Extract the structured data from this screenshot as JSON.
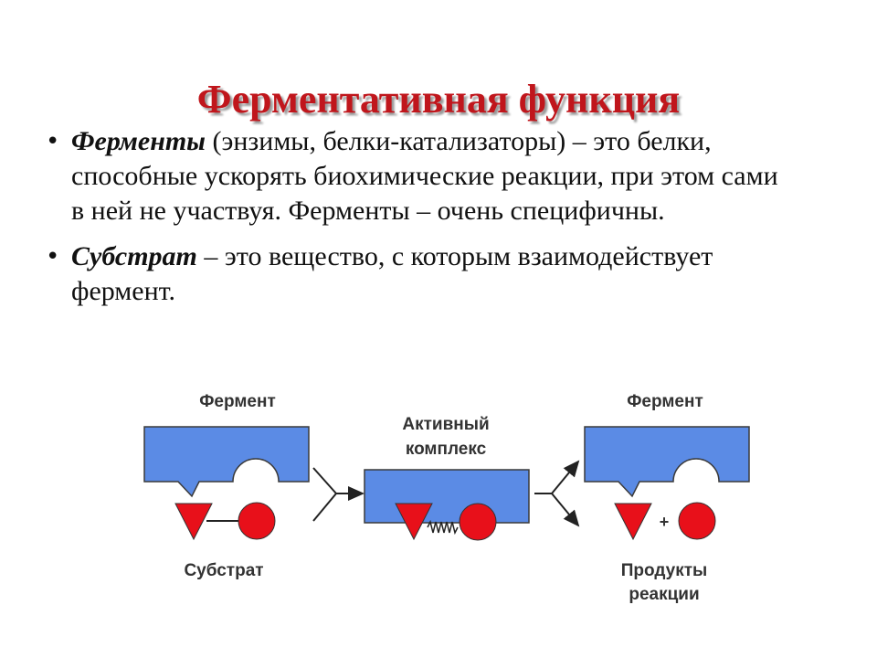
{
  "title": "Ферментативная функция",
  "bullets": [
    {
      "term": "Ферменты",
      "text": " (энзимы, белки-катализаторы) – это белки, способные ускорять биохимические реакции, при этом сами в ней не участвуя. Ферменты – очень специфичны."
    },
    {
      "term": "Субстрат",
      "text": " – это вещество, с которым взаимодействует фермент."
    }
  ],
  "diagram": {
    "enzyme_left_label": "Фермент",
    "active_complex_label_line1": "Активный",
    "active_complex_label_line2": "комплекс",
    "enzyme_right_label": "Фермент",
    "substrate_label": "Субстрат",
    "products_label_line1": "Продукты",
    "products_label_line2": "реакции",
    "plus_sign": "+",
    "colors": {
      "enzyme_fill": "#5b8be5",
      "enzyme_stroke": "#3a3a3a",
      "substrate_fill": "#e8101a",
      "title_red": "#c0161c"
    }
  }
}
